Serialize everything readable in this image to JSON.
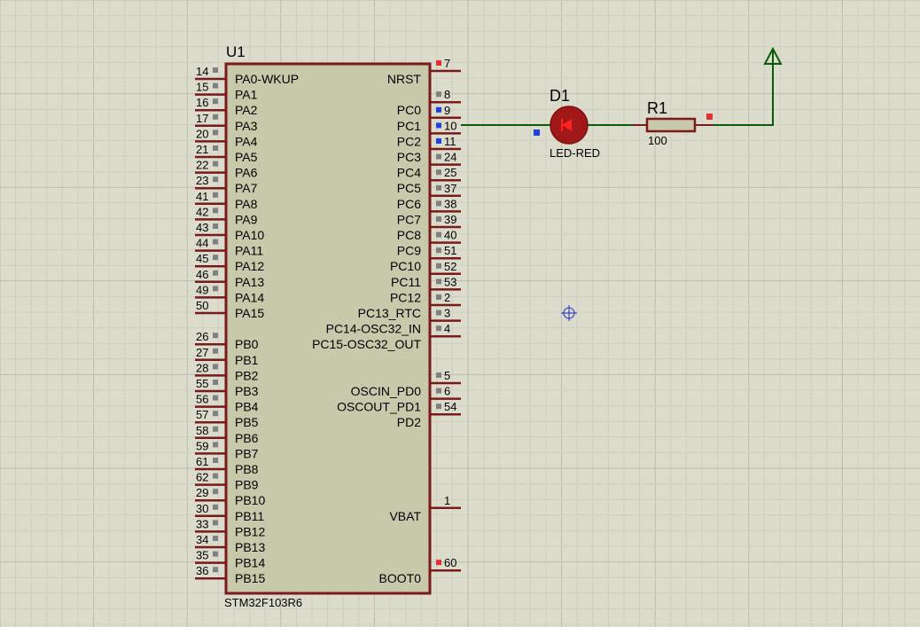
{
  "colors": {
    "background": "#dcdccc",
    "grid_minor": "#cfcfc0",
    "grid_major": "#bcbcae",
    "chip_body": "#c8c8aa",
    "chip_outline": "#7a1a1a",
    "pin": "#7a1a1a",
    "wire": "#0a5a0a",
    "led": "#a01818",
    "pin_marker": "#808080",
    "pin_marker_red": "#e03030",
    "pin_marker_blue": "#2040e0",
    "text": "#000000"
  },
  "chip": {
    "ref": "U1",
    "part": "STM32F103R6",
    "left_pins": [
      {
        "num": "14",
        "name": "PA0-WKUP"
      },
      {
        "num": "15",
        "name": "PA1"
      },
      {
        "num": "16",
        "name": "PA2"
      },
      {
        "num": "17",
        "name": "PA3"
      },
      {
        "num": "20",
        "name": "PA4"
      },
      {
        "num": "21",
        "name": "PA5"
      },
      {
        "num": "22",
        "name": "PA6"
      },
      {
        "num": "23",
        "name": "PA7"
      },
      {
        "num": "41",
        "name": "PA8"
      },
      {
        "num": "42",
        "name": "PA9"
      },
      {
        "num": "43",
        "name": "PA10"
      },
      {
        "num": "44",
        "name": "PA11"
      },
      {
        "num": "45",
        "name": "PA12"
      },
      {
        "num": "46",
        "name": "PA13"
      },
      {
        "num": "49",
        "name": "PA14"
      },
      {
        "num": "50",
        "name": "PA15"
      },
      {
        "num": "26",
        "name": "PB0"
      },
      {
        "num": "27",
        "name": "PB1"
      },
      {
        "num": "28",
        "name": "PB2"
      },
      {
        "num": "55",
        "name": "PB3"
      },
      {
        "num": "56",
        "name": "PB4"
      },
      {
        "num": "57",
        "name": "PB5"
      },
      {
        "num": "58",
        "name": "PB6"
      },
      {
        "num": "59",
        "name": "PB7"
      },
      {
        "num": "61",
        "name": "PB8"
      },
      {
        "num": "62",
        "name": "PB9"
      },
      {
        "num": "29",
        "name": "PB10"
      },
      {
        "num": "30",
        "name": "PB11"
      },
      {
        "num": "33",
        "name": "PB12"
      },
      {
        "num": "34",
        "name": "PB13"
      },
      {
        "num": "35",
        "name": "PB14"
      },
      {
        "num": "36",
        "name": "PB15"
      }
    ],
    "right_pins": [
      {
        "num": "7",
        "name": "NRST",
        "marker": "red"
      },
      {
        "num": "8",
        "name": "PC0",
        "marker": "grey"
      },
      {
        "num": "9",
        "name": "PC1",
        "marker": "blue"
      },
      {
        "num": "10",
        "name": "PC2",
        "marker": "blue"
      },
      {
        "num": "11",
        "name": "PC3",
        "marker": "blue"
      },
      {
        "num": "24",
        "name": "PC4",
        "marker": "grey"
      },
      {
        "num": "25",
        "name": "PC5",
        "marker": "grey"
      },
      {
        "num": "37",
        "name": "PC6",
        "marker": "grey"
      },
      {
        "num": "38",
        "name": "PC7",
        "marker": "grey"
      },
      {
        "num": "39",
        "name": "PC8",
        "marker": "grey"
      },
      {
        "num": "40",
        "name": "PC9",
        "marker": "grey"
      },
      {
        "num": "51",
        "name": "PC10",
        "marker": "grey"
      },
      {
        "num": "52",
        "name": "PC11",
        "marker": "grey"
      },
      {
        "num": "53",
        "name": "PC12",
        "marker": "grey"
      },
      {
        "num": "2",
        "name": "PC13_RTC",
        "marker": "grey"
      },
      {
        "num": "3",
        "name": "PC14-OSC32_IN",
        "marker": "grey"
      },
      {
        "num": "4",
        "name": "PC15-OSC32_OUT",
        "marker": "grey"
      },
      {
        "num": "5",
        "name": "OSCIN_PD0",
        "marker": "grey"
      },
      {
        "num": "6",
        "name": "OSCOUT_PD1",
        "marker": "grey"
      },
      {
        "num": "54",
        "name": "PD2",
        "marker": "grey"
      },
      {
        "num": "1",
        "name": "VBAT",
        "marker": "none"
      },
      {
        "num": "60",
        "name": "BOOT0",
        "marker": "red"
      }
    ]
  },
  "led": {
    "ref": "D1",
    "value": "LED-RED"
  },
  "resistor": {
    "ref": "R1",
    "value": "100"
  }
}
